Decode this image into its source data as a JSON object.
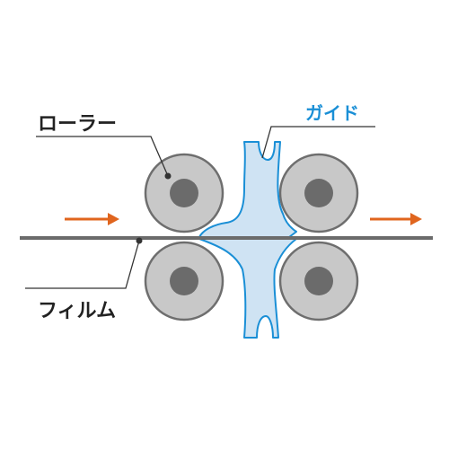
{
  "labels": {
    "roller": "ローラー",
    "guide": "ガイド",
    "film": "フィルム"
  },
  "colors": {
    "roller_fill": "#c8c8c8",
    "roller_stroke": "#6e6e6e",
    "hub_fill": "#6b6b6b",
    "guide_fill": "#cfe3f3",
    "guide_stroke": "#1a8fd6",
    "guide_text": "#1a8fd6",
    "film": "#6b6b6b",
    "arrow": "#e0651e",
    "leader": "#333333",
    "text": "#222222"
  },
  "icons": {
    "left_arrow": "right-arrow-icon",
    "right_arrow": "right-arrow-icon"
  }
}
